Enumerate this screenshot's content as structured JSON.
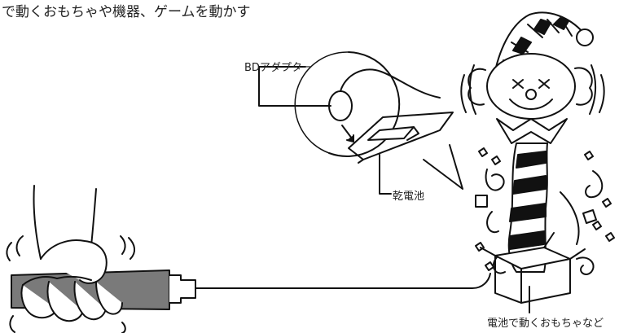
{
  "header": {
    "title": "で動くおもちゃや機器、ゲームを動かす"
  },
  "labels": {
    "adapter": "BDアダプター",
    "battery": "乾電池",
    "toy": "電池で動くおもちゃなど"
  },
  "colors": {
    "line": "#111111",
    "grip": "#7a7a7a",
    "background": "#ffffff"
  }
}
